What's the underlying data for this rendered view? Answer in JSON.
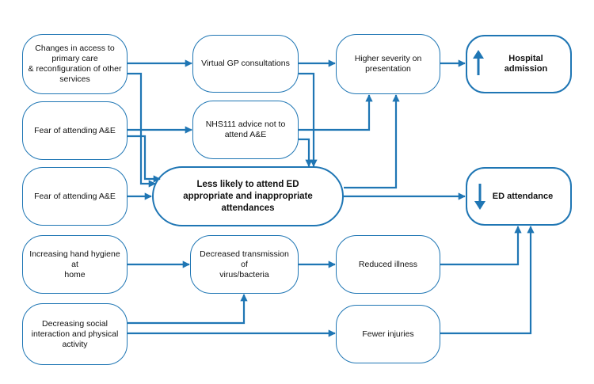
{
  "colors": {
    "stroke": "#1f76b4",
    "text": "#111111",
    "background": "#ffffff"
  },
  "nodes": {
    "changes_access": "Changes in access to\nprimary care\n& reconfiguration of other\nservices",
    "fear_ae_1": "Fear of attending A&E",
    "fear_ae_2": "Fear of attending A&E",
    "hand_hygiene": "Increasing hand hygiene at\nhome",
    "social": "Decreasing social\ninteraction and physical\nactivity",
    "virtual_gp": "Virtual GP consultations",
    "nhs111": "NHS111 advice not to\nattend A&E",
    "less_likely": "Less likely to attend ED\nappropriate and inappropriate attendances",
    "transmission": "Decreased transmission of\nvirus/bacteria",
    "higher_severity": "Higher severity on\npresentation",
    "reduced_illness": "Reduced illness",
    "fewer_injuries": "Fewer injuries",
    "hospital_admission": "Hospital admission",
    "ed_attendance": "ED attendance"
  },
  "icons": {
    "increase": "arrow-up-icon",
    "decrease": "arrow-down-icon"
  }
}
